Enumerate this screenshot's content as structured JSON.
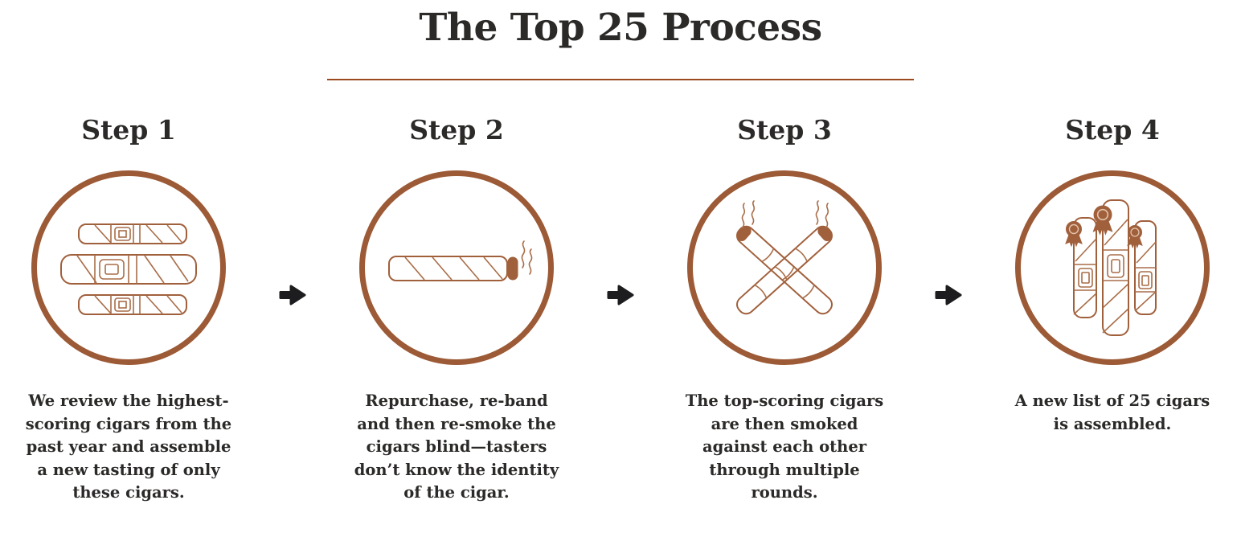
{
  "header": {
    "title": "The Top 25 Process"
  },
  "steps": [
    {
      "label": "Step 1",
      "icon": "stacked-cigars-icon",
      "description": "We review the highest-scoring cigars from the past year and assemble a new tasting of only these cigars."
    },
    {
      "label": "Step 2",
      "icon": "lit-cigar-icon",
      "description": "Repurchase, re-band and then re-smoke the cigars blind—tasters don’t know the identity of the cigar."
    },
    {
      "label": "Step 3",
      "icon": "crossed-cigars-icon",
      "description": "The top-scoring cigars are then smoked against each other through multiple rounds."
    },
    {
      "label": "Step 4",
      "icon": "awarded-cigars-icon",
      "description": "A new list of 25 cigars is assembled."
    }
  ],
  "colors": {
    "accent_brown": "#9c5a36",
    "divider_rust": "#9a4a1e",
    "text_dark": "#2b2a28",
    "arrow_black": "#1d1d1f"
  }
}
